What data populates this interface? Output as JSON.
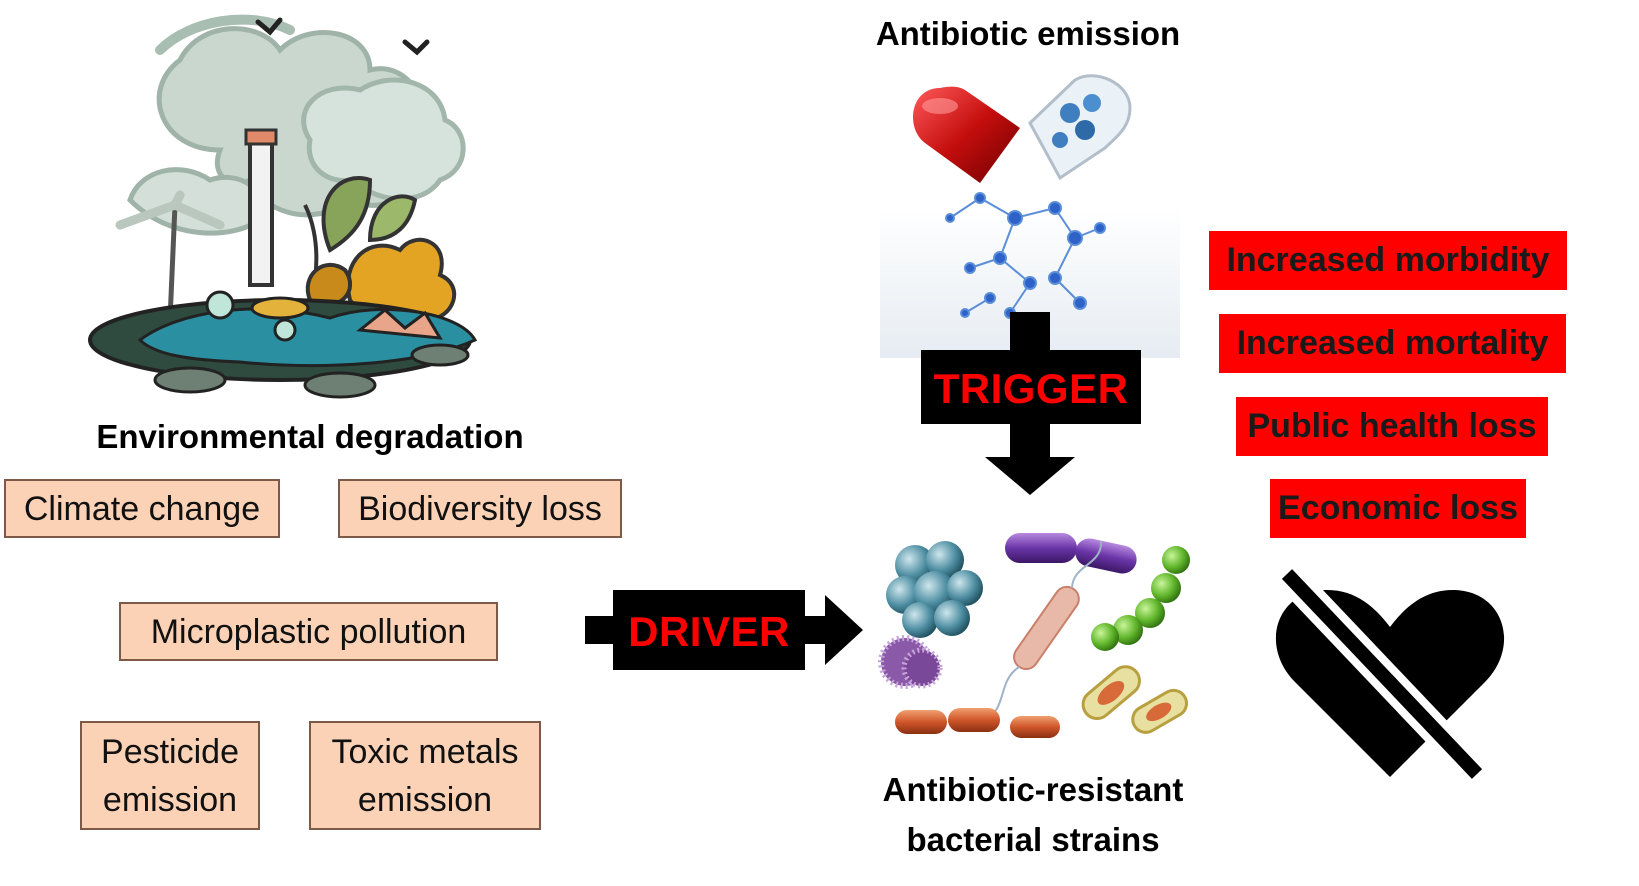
{
  "environment": {
    "title": "Environmental degradation",
    "factors": [
      {
        "label": "Climate change"
      },
      {
        "label": "Biodiversity loss"
      },
      {
        "label": "Microplastic pollution"
      },
      {
        "label": "Pesticide\nemission"
      },
      {
        "label": "Toxic metals\nemission"
      }
    ]
  },
  "antibiotic": {
    "title": "Antibiotic emission"
  },
  "arrows": {
    "driver": "DRIVER",
    "trigger": "TRIGGER"
  },
  "bacteria": {
    "title": "Antibiotic-resistant\nbacterial strains"
  },
  "impacts": [
    {
      "label": "Increased morbidity"
    },
    {
      "label": "Increased mortality"
    },
    {
      "label": "Public health loss"
    },
    {
      "label": "Economic loss"
    }
  ],
  "colors": {
    "factor_fill": "#fbd2b6",
    "factor_border": "#7d5a48",
    "impact_fill": "#fe0000",
    "arrow_fill": "#000000",
    "arrow_label": "#ff0000"
  },
  "icons": {
    "environment": "polluted-landscape-illustration",
    "antibiotic": "antibiotic-capsule-molecules-illustration",
    "bacteria": "bacteria-cluster-illustration",
    "health": "broken-heart-slash-icon"
  }
}
